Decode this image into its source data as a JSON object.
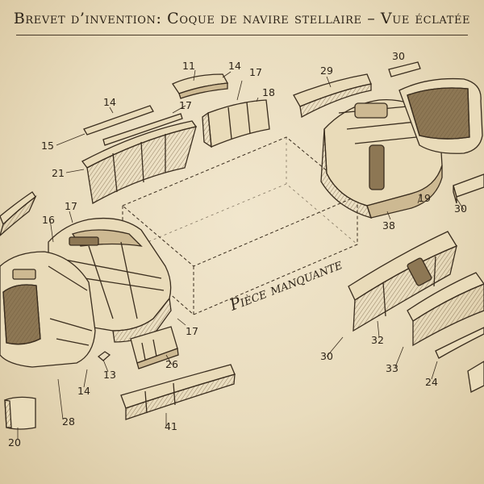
{
  "title": "Brevet d’invention: Coque de navire stellaire – Vue éclatée",
  "missing_piece_label": "Pièce manquante",
  "part_numbers": {
    "p11": "11",
    "p14a": "14",
    "p17a": "17",
    "p18": "18",
    "p29": "29",
    "p30a": "30",
    "p14b": "14",
    "p17b": "17",
    "p15": "15",
    "p21": "21",
    "p17c": "17",
    "p16": "16",
    "p19": "19",
    "p38": "38",
    "p30b": "30",
    "p17d": "17",
    "p13": "13",
    "p26": "26",
    "p14c": "14",
    "p28": "28",
    "p20": "20",
    "p41": "41",
    "p30c": "30",
    "p32": "32",
    "p33": "33",
    "p24": "24"
  },
  "colors": {
    "paper": "#ece0c4",
    "ink": "#3a2d1e",
    "part": "#e9dbb9",
    "shade": "#cdb992"
  }
}
